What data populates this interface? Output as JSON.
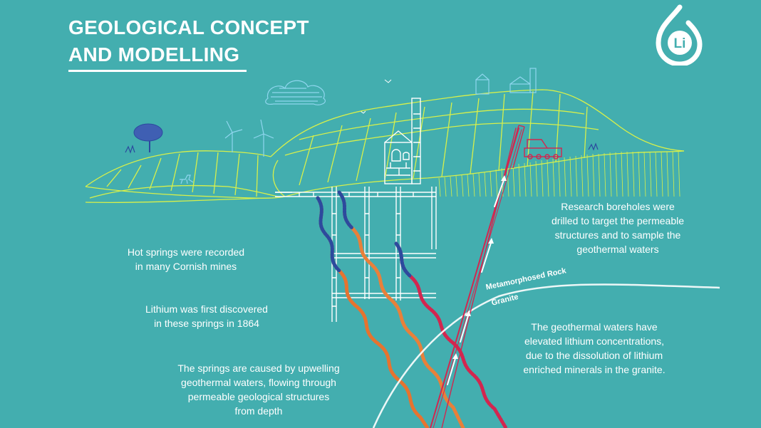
{
  "title": {
    "line1": "GEOLOGICAL CONCEPT",
    "line2": "AND MODELLING"
  },
  "logo": {
    "text": "Li"
  },
  "captions": {
    "hot_springs": "Hot springs were recorded\nin many Cornish mines",
    "lithium_discovered": "Lithium was first discovered\nin these springs in 1864",
    "springs_caused": "The springs are caused by upwelling\ngeothermal waters, flowing through\npermeable geological structures\nfrom depth",
    "research_boreholes": "Research boreholes were\ndrilled to target the permeable\nstructures and to sample the\ngeothermal waters",
    "geothermal_waters": "The geothermal waters have\nelevated lithium concentrations,\ndue to the dissolution of lithium\nenriched minerals in the granite."
  },
  "labels": {
    "metamorphosed_rock": "Metamorphosed Rock",
    "granite": "Granite"
  },
  "colors": {
    "background": "#43aeaf",
    "landscape": "#d8f04a",
    "line_white": "#ffffff",
    "buildings": "#8fd6ee",
    "borehole_red": "#d2264f",
    "fluid_deep": "#e6732f",
    "fluid_shallow": "#2c4a9e"
  }
}
